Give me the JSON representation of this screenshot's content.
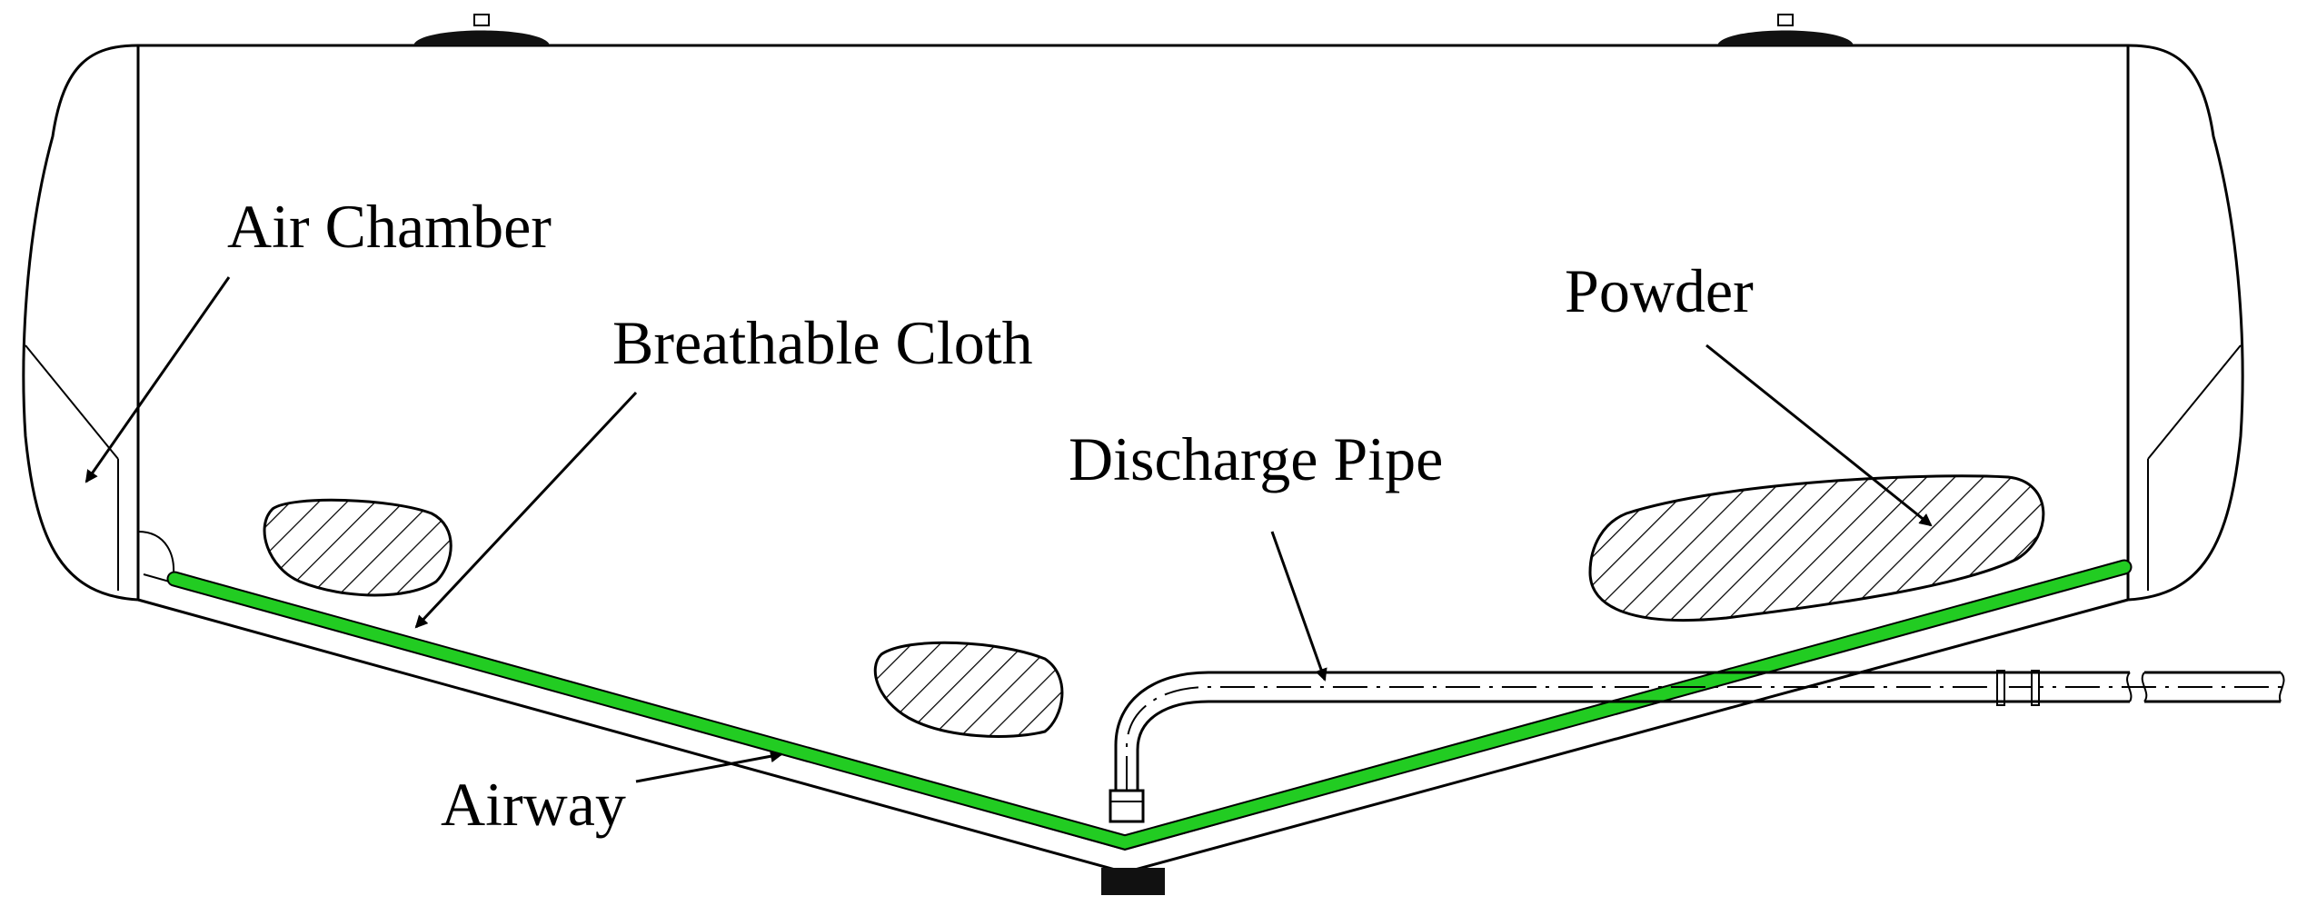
{
  "labels": {
    "air_chamber": "Air Chamber",
    "breathable_cloth": "Breathable Cloth",
    "powder": "Powder",
    "discharge_pipe": "Discharge Pipe",
    "airway": "Airway"
  },
  "colors": {
    "breathable_cloth": "#22cc22",
    "line": "#000000",
    "background": "#ffffff"
  }
}
